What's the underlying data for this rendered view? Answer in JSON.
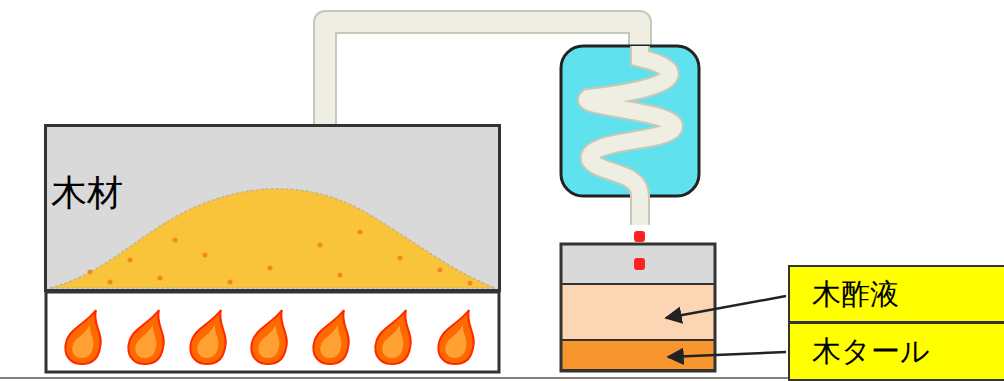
{
  "diagram": {
    "nodes": [
      {
        "text": [
          "木材"
        ]
      },
      {
        "text": [
          "木酢液"
        ]
      },
      {
        "text": [
          "木タール"
        ]
      }
    ]
  }
}
